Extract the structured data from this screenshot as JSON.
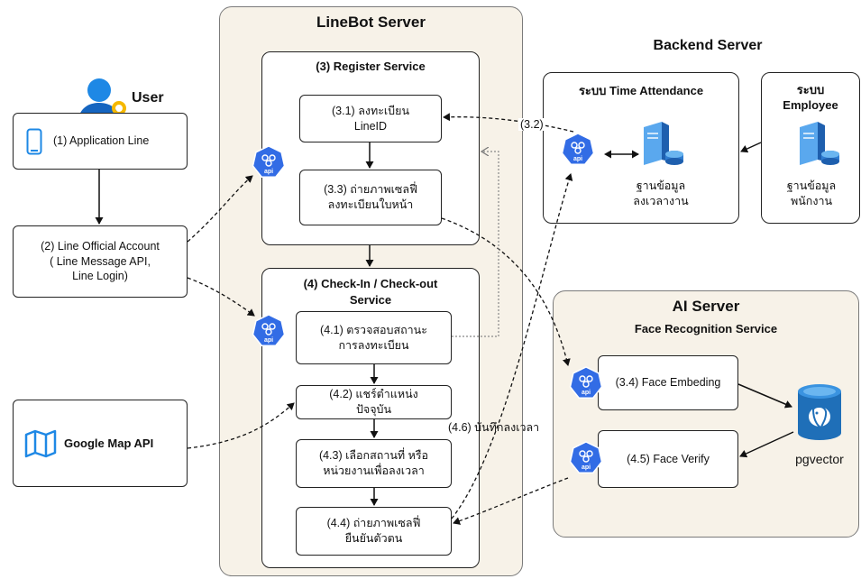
{
  "user": {
    "title": "User"
  },
  "left": {
    "app_line": "(1) Application Line",
    "line_oa": [
      "(2) Line Official Account",
      "( Line Message API,",
      "Line Login)"
    ],
    "google_map": "Google Map API"
  },
  "linebot": {
    "title": "LineBot Server",
    "register": {
      "title": "(3) Register Service",
      "step_31": [
        "(3.1) ลงทะเบียน",
        "LineID"
      ],
      "step_33": [
        "(3.3) ถ่ายภาพเซลฟี่",
        "ลงทะเบียนใบหน้า"
      ]
    },
    "checkin": {
      "title": [
        "(4) Check-In / Check-out",
        "Service"
      ],
      "step_41": [
        "(4.1) ตรวจสอบสถานะ",
        "การลงทะเบียน"
      ],
      "step_42": [
        "(4.2) แชร์ตำแหน่ง",
        "ปัจจุบัน"
      ],
      "step_43": [
        "(4.3) เลือกสถานที่ หรือ",
        "หน่วยงานเพื่อลงเวลา"
      ],
      "step_44": [
        "(4.4) ถ่ายภาพเซลฟี่",
        "ยืนยันตัวตน"
      ]
    }
  },
  "backend": {
    "title": "Backend Server",
    "time_attendance": {
      "title": "ระบบ Time Attendance",
      "db_label": [
        "ฐานข้อมูล",
        "ลงเวลางาน"
      ]
    },
    "employee": {
      "title": [
        "ระบบ",
        "Employee"
      ],
      "db_label": [
        "ฐานข้อมูล",
        "พนักงาน"
      ]
    }
  },
  "ai": {
    "title": "AI Server",
    "subtitle": "Face Recognition Service",
    "embedding": "(3.4) Face Embeding",
    "verify": "(4.5) Face Verify",
    "vector_db": "pgvector"
  },
  "edge_labels": {
    "e32": "(3.2)",
    "e46": "(4.6) บันทึกลงเวลา"
  },
  "icons": {
    "api_label": "api"
  },
  "colors": {
    "api_blue": "#326ce5",
    "server_blue": "#2f7dd1",
    "group_bg": "#f7f2e8",
    "user_blue": "#1e88e5"
  }
}
